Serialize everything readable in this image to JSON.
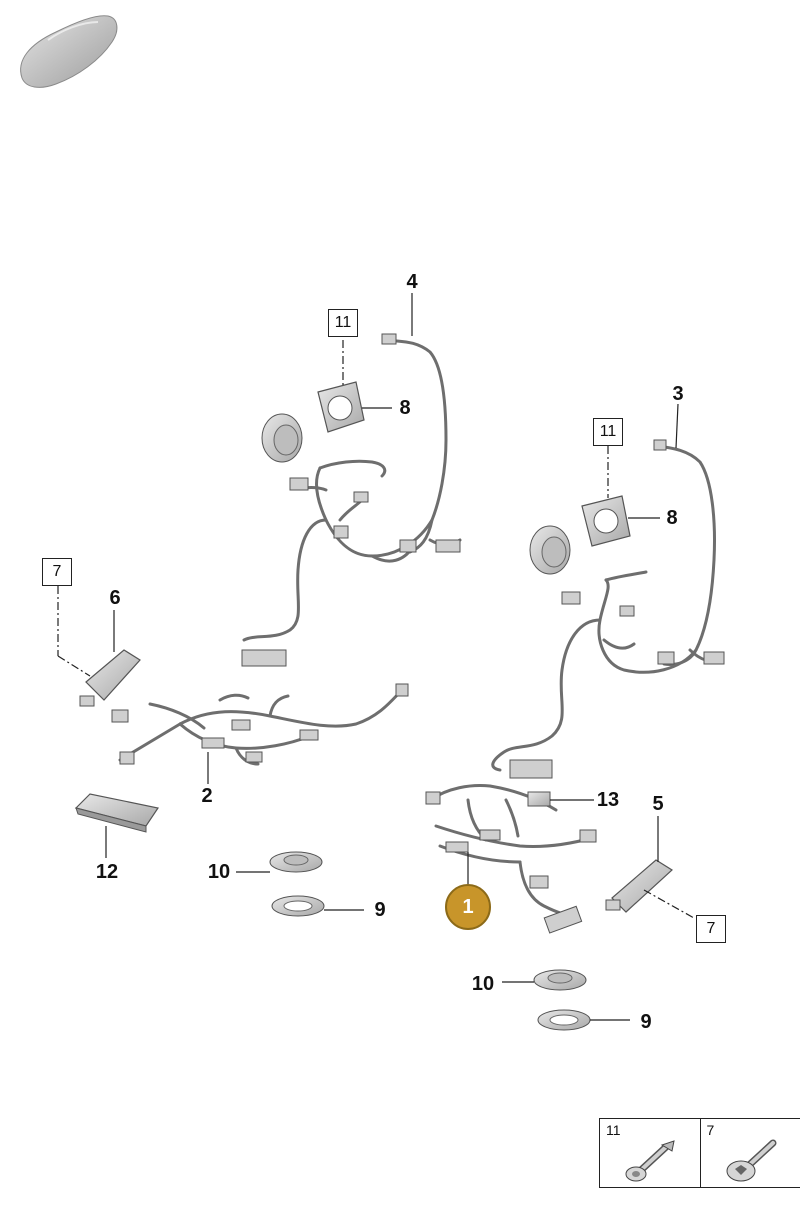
{
  "diagram": {
    "callouts": {
      "c4": "4",
      "c3": "3",
      "c8a": "8",
      "c8b": "8",
      "c6": "6",
      "c2": "2",
      "c12": "12",
      "c10a": "10",
      "c9a": "9",
      "c13": "13",
      "c5": "5",
      "c10b": "10",
      "c9b": "9"
    },
    "boxed": {
      "b11a": "11",
      "b11b": "11",
      "b7a": "7",
      "b7b": "7"
    },
    "highlighted_part": "1",
    "accent_color": "#c8952a"
  },
  "legend": {
    "items": [
      {
        "number": "11",
        "icon": "push-rivet-icon"
      },
      {
        "number": "7",
        "icon": "torx-screw-icon"
      }
    ]
  }
}
